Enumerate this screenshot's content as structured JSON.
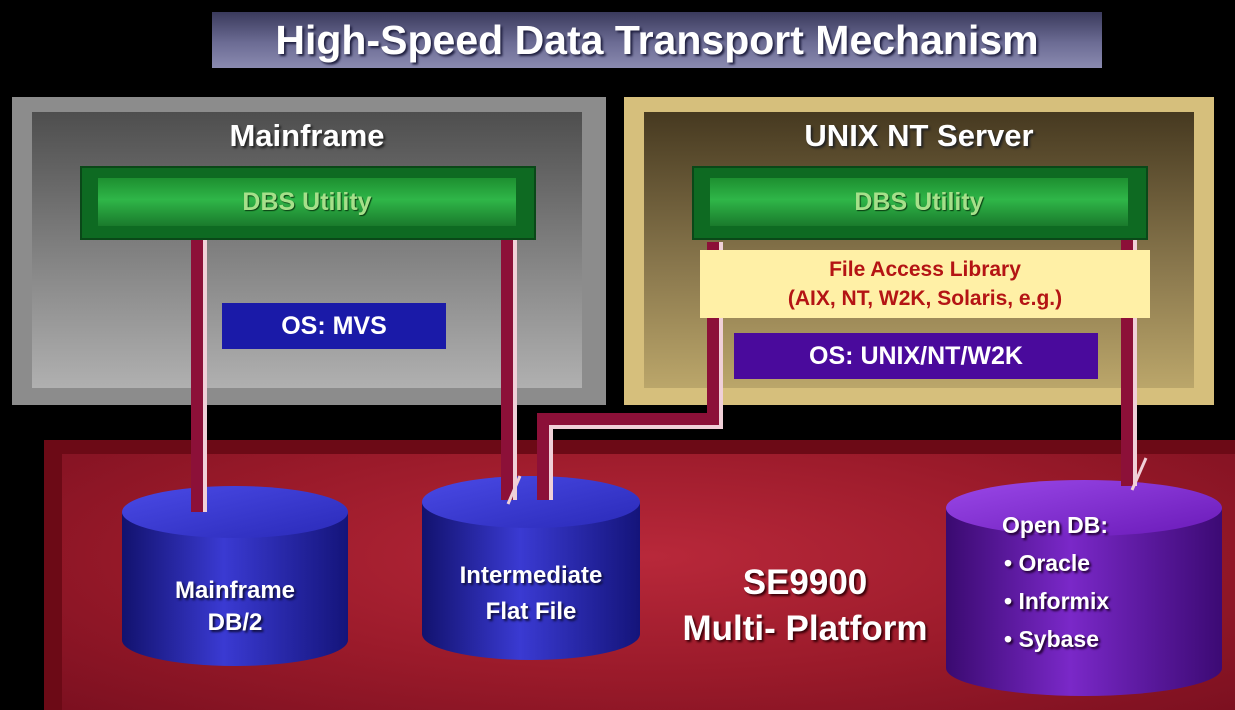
{
  "title": "High-Speed Data Transport Mechanism",
  "mainframe": {
    "title": "Mainframe",
    "utility": "DBS Utility",
    "os": "OS: MVS"
  },
  "unix": {
    "title": "UNIX NT Server",
    "utility": "DBS Utility",
    "file_access_line1": "File Access Library",
    "file_access_line2": "(AIX, NT, W2K, Solaris, e.g.)",
    "os": "OS:  UNIX/NT/W2K"
  },
  "platform": {
    "line1": "SE9900",
    "line2": "Multi- Platform"
  },
  "databases": {
    "mainframe_db": {
      "line1": "Mainframe",
      "line2": "DB/2"
    },
    "flat_file": {
      "line1": "Intermediate",
      "line2": "Flat File"
    },
    "open_db": {
      "title": "Open DB:",
      "items": [
        "• Oracle",
        "• Informix",
        "• Sybase"
      ]
    }
  },
  "colors": {
    "background": "#000000",
    "arrow": "#8c1038",
    "utility_green": "#2fb648",
    "os_blue": "#1a1aa8",
    "os_purple": "#4a0a9c",
    "platform_red": "#9a1a2a"
  }
}
